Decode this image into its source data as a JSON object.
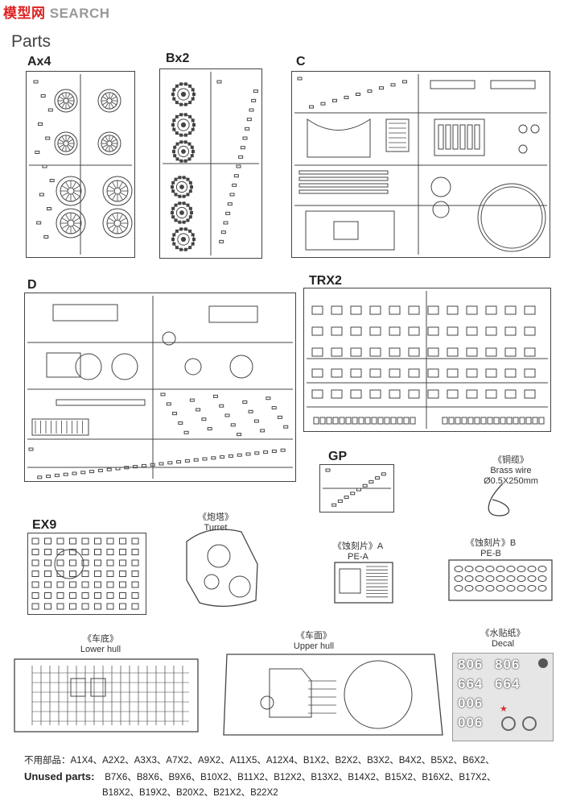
{
  "brand": {
    "part1": "模型网",
    "part2": "SEARCH",
    "url": "www.moxing.net"
  },
  "title": "Parts",
  "sprues": [
    {
      "id": "A",
      "label": "Ax4"
    },
    {
      "id": "B",
      "label": "Bx2"
    },
    {
      "id": "C",
      "label": "C"
    },
    {
      "id": "D",
      "label": "D"
    },
    {
      "id": "TRX",
      "label": "TRX2"
    },
    {
      "id": "GP",
      "label": "GP"
    },
    {
      "id": "EX",
      "label": "EX9"
    }
  ],
  "captions": {
    "brass": {
      "cn": "《铜缆》",
      "en": "Brass wire",
      "spec": "Ø0.5X250mm"
    },
    "turret": {
      "cn": "《炮塔》",
      "en": "Turret"
    },
    "pea": {
      "cn": "《蚀刻片》A",
      "en": "PE-A"
    },
    "peb": {
      "cn": "《蚀刻片》B",
      "en": "PE-B"
    },
    "lower": {
      "cn": "《车底》",
      "en": "Lower hull"
    },
    "upper": {
      "cn": "《车面》",
      "en": "Upper hull"
    },
    "decal": {
      "cn": "《水贴纸》",
      "en": "Decal"
    }
  },
  "decal_numbers": {
    "r1": "806",
    "r2": "664",
    "r3": "006"
  },
  "unused": {
    "cn_label": "不用部品：",
    "en_label": "Unused parts:",
    "line1": "A1X4、A2X2、A3X3、A7X2、A9X2、A11X5、A12X4、B1X2、B2X2、B3X2、B4X2、B5X2、B6X2、",
    "line2": "B7X6、B8X6、B9X6、B10X2、B11X2、B12X2、B13X2、B14X2、B15X2、B16X2、B17X2、",
    "line3": "B18X2、B19X2、B20X2、B21X2、B22X2"
  },
  "colors": {
    "line": "#444444",
    "brand_red": "#dd2222",
    "decal_text": "#ffffff",
    "decal_bg": "#e8e8e8"
  }
}
